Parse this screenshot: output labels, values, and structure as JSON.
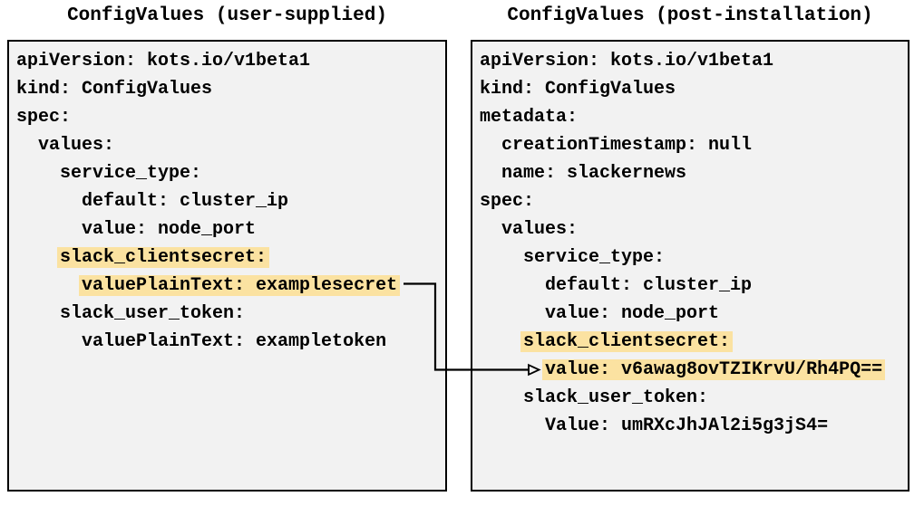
{
  "diagram": {
    "left_panel": {
      "title": "ConfigValues (user-supplied)",
      "lines": [
        {
          "text": "apiVersion: kots.io/v1beta1",
          "highlight": false
        },
        {
          "text": "kind: ConfigValues",
          "highlight": false
        },
        {
          "text": "spec:",
          "highlight": false
        },
        {
          "text": "  values:",
          "highlight": false
        },
        {
          "text": "    service_type:",
          "highlight": false
        },
        {
          "text": "      default: cluster_ip",
          "highlight": false
        },
        {
          "text": "      value: node_port",
          "highlight": false
        },
        {
          "text": "    slack_clientsecret:",
          "highlight": true
        },
        {
          "text": "      valuePlainText: examplesecret",
          "highlight": true
        },
        {
          "text": "    slack_user_token:",
          "highlight": false
        },
        {
          "text": "      valuePlainText: exampletoken",
          "highlight": false
        }
      ]
    },
    "right_panel": {
      "title": "ConfigValues (post-installation)",
      "lines": [
        {
          "text": "apiVersion: kots.io/v1beta1",
          "highlight": false
        },
        {
          "text": "kind: ConfigValues",
          "highlight": false
        },
        {
          "text": "metadata:",
          "highlight": false
        },
        {
          "text": "  creationTimestamp: null",
          "highlight": false
        },
        {
          "text": "  name: slackernews",
          "highlight": false
        },
        {
          "text": "spec:",
          "highlight": false
        },
        {
          "text": "  values:",
          "highlight": false
        },
        {
          "text": "    service_type:",
          "highlight": false
        },
        {
          "text": "      default: cluster_ip",
          "highlight": false
        },
        {
          "text": "      value: node_port",
          "highlight": false
        },
        {
          "text": "    slack_clientsecret:",
          "highlight": true
        },
        {
          "text": "      value: v6awag8ovTZIKrvU/Rh4PQ==",
          "highlight": true
        },
        {
          "text": "    slack_user_token:",
          "highlight": false
        },
        {
          "text": "      Value: umRXcJhJAl2i5g3jS4=",
          "highlight": false
        }
      ]
    }
  },
  "colors": {
    "highlight": "#FBE2A1",
    "panel_background": "#F2F2F2",
    "panel_border": "#000000",
    "text": "#000000",
    "arrow": "#000000"
  }
}
